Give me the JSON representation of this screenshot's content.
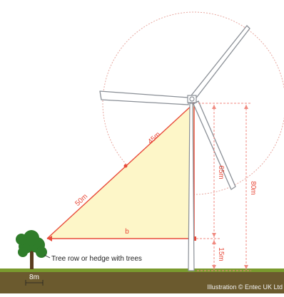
{
  "labels": {
    "hypotenuse_upper": "45m",
    "hypotenuse_lower": "50m",
    "base": "b",
    "vertical_inner": "65m",
    "vertical_total": "80m",
    "vertical_low": "15m",
    "tree_caption": "Tree row or hedge with trees",
    "tree_width": "8m",
    "credit": "Illustration © Entec UK Ltd"
  },
  "colors": {
    "sky": "#ffffff",
    "ground": "#6b5a2e",
    "grass": "#7a9a2e",
    "triangle_fill": "#fdf6c8",
    "triangle_line": "#e84a3a",
    "dim_line": "#f08a80",
    "turbine": "#8a8f96",
    "rotor_circle": "#e8a8a0",
    "tree": "#2f7d2a",
    "trunk": "#5a3d1e"
  }
}
